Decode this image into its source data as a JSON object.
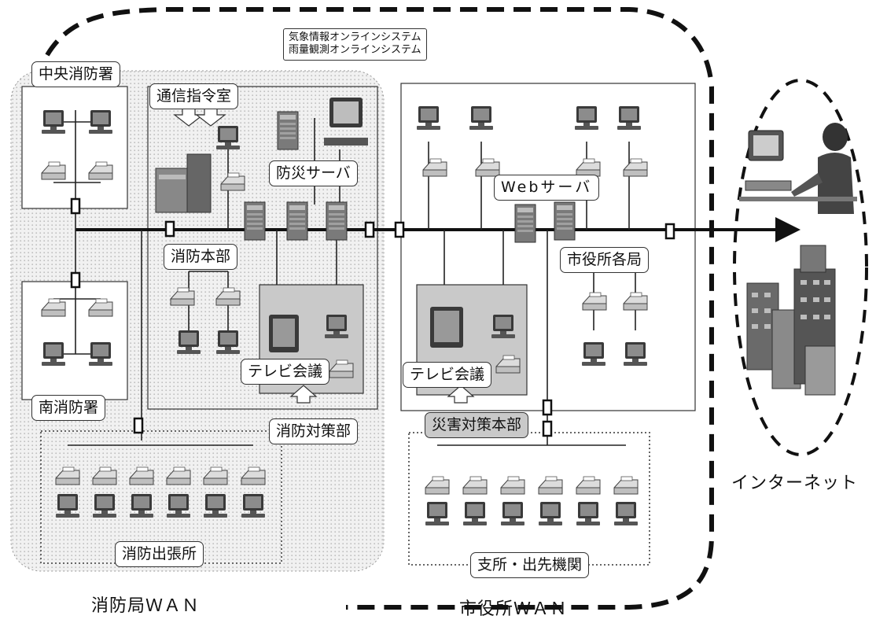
{
  "labels": {
    "central_station": "中央消防署",
    "command_room": "通信指令室",
    "weather_system": "気象情報オンラインシステム",
    "rain_system": "雨量観測オンラインシステム",
    "disaster_server": "防災サーバ",
    "web_server": "Webサーバ",
    "fire_hq": "消防本部",
    "city_bureaus": "市役所各局",
    "south_station": "南消防署",
    "tv_conf_left": "テレビ会議",
    "tv_conf_right": "テレビ会議",
    "fire_countermeasures": "消防対策部",
    "disaster_hq": "災害対策本部",
    "fire_outposts": "消防出張所",
    "branch_offices": "支所・出先機関",
    "internet": "インターネット",
    "fire_wan": "消防局ＷＡＮ",
    "city_wan": "市役所ＷＡＮ"
  },
  "icons": [
    "computer-icon",
    "printer-icon",
    "server-icon",
    "router-icon",
    "person-icon",
    "buildings-icon",
    "large-printer-icon"
  ],
  "colors": {
    "line": "#1a1a1a",
    "gray_box": "#c9c9c9",
    "shade": "#e9e9e9"
  }
}
